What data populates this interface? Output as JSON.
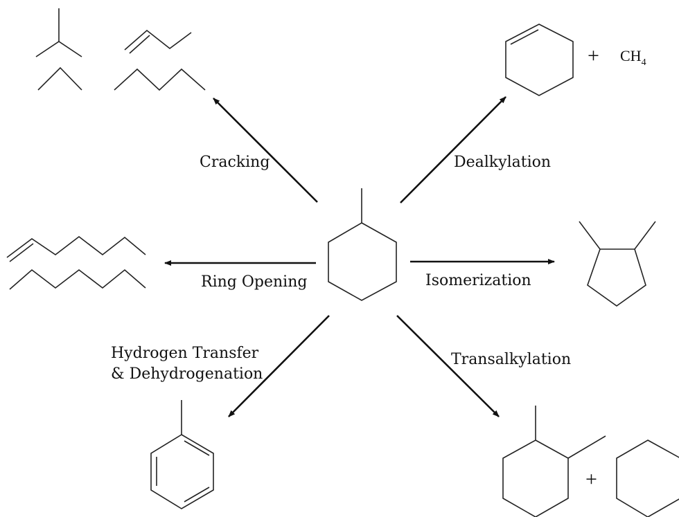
{
  "reactant": {
    "name": "methylcyclohexane"
  },
  "reactions": [
    {
      "id": "cracking",
      "label": "Cracking"
    },
    {
      "id": "dealkylation",
      "label": "Dealkylation",
      "plus": "+",
      "formula": "CH",
      "subscript": "4"
    },
    {
      "id": "ring-opening",
      "label": "Ring Opening"
    },
    {
      "id": "isomerization",
      "label": "Isomerization"
    },
    {
      "id": "hydrogen-transfer",
      "label_line1": "Hydrogen Transfer",
      "label_line2": "& Dehydrogenation"
    },
    {
      "id": "transalkylation",
      "label": "Transalkylation",
      "plus": "+"
    }
  ]
}
